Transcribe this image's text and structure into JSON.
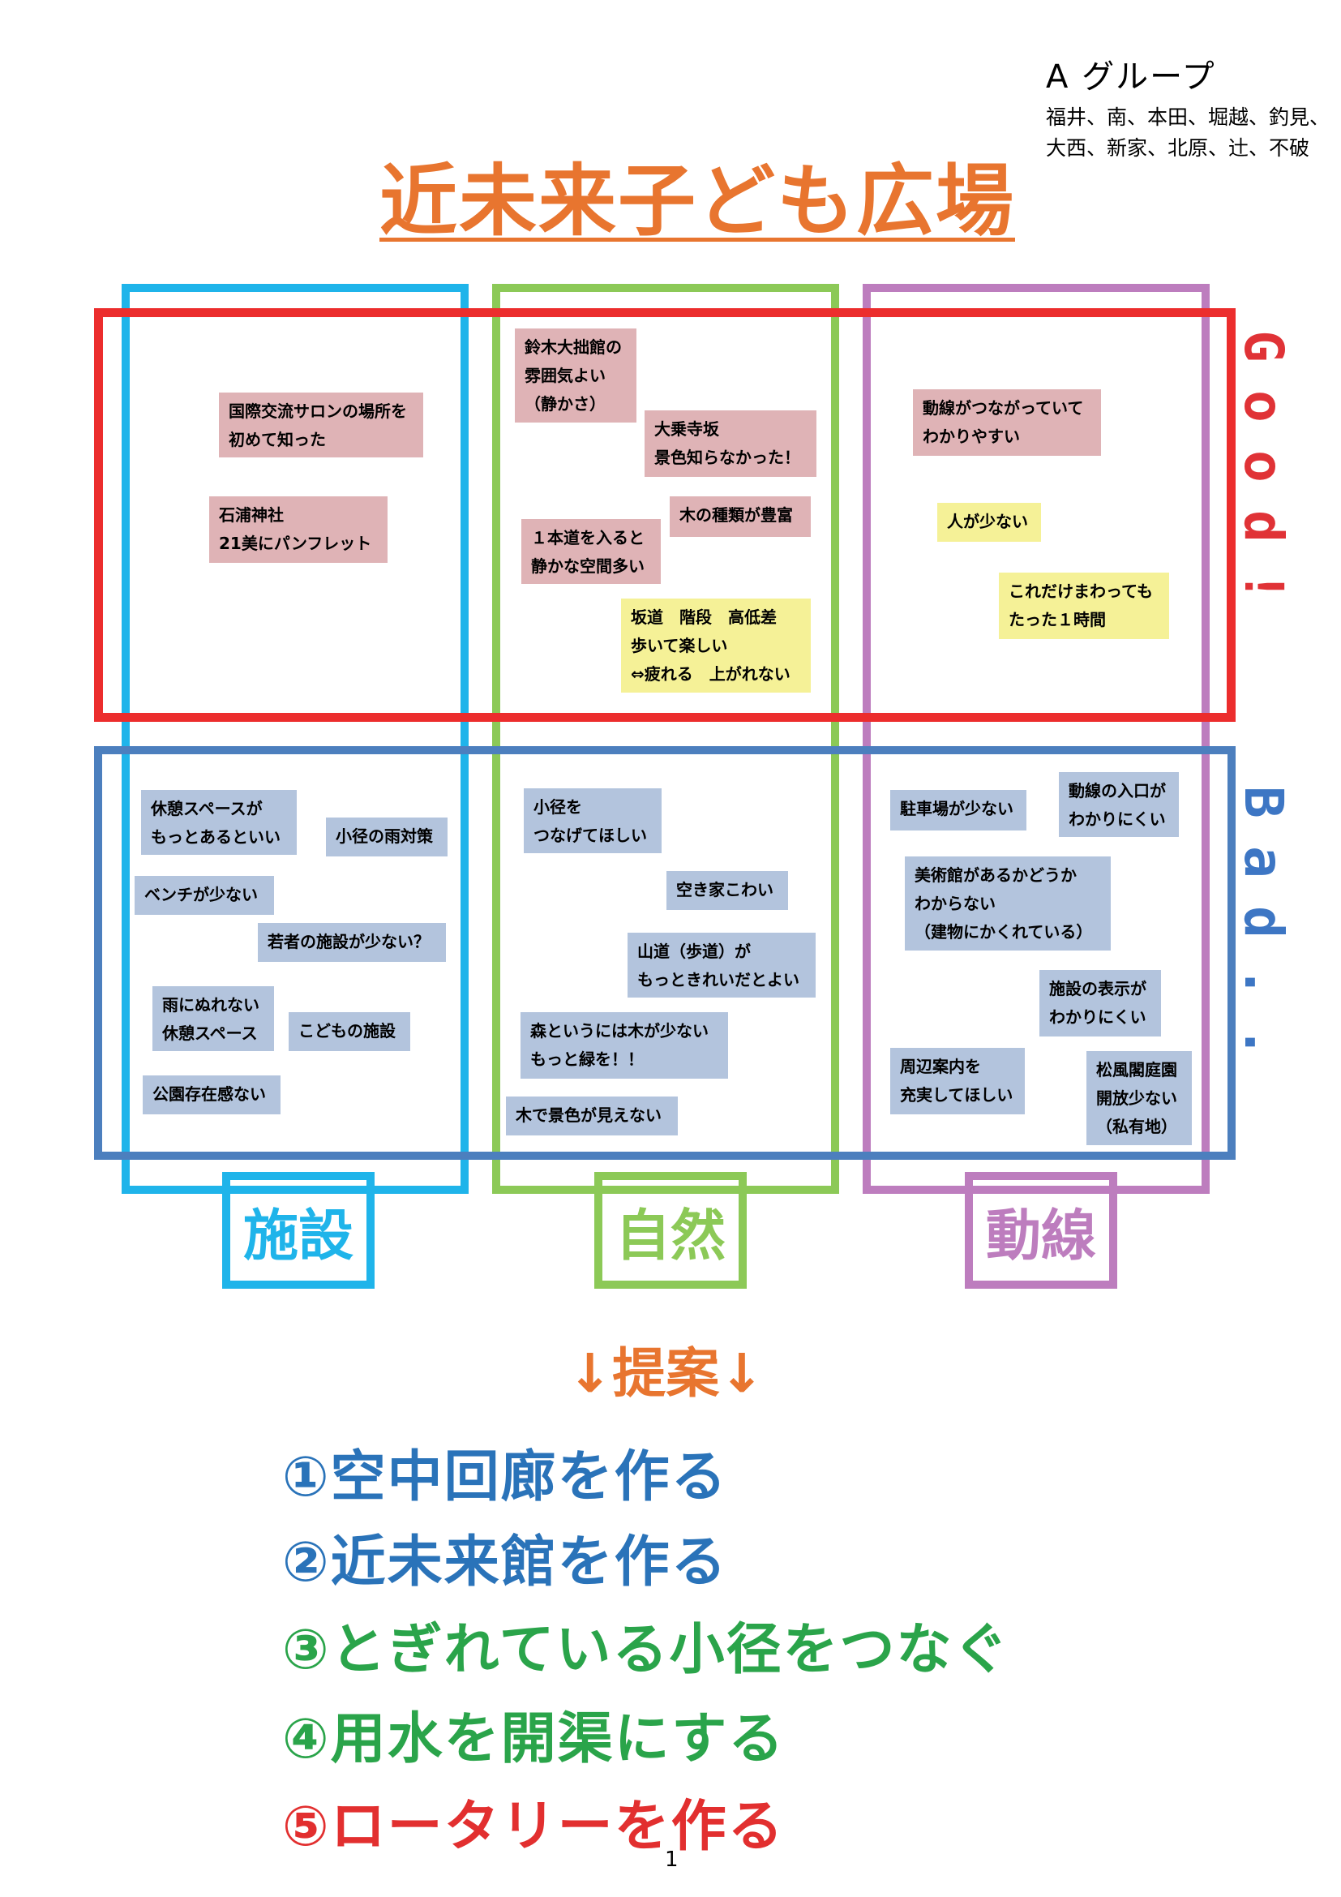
{
  "header": {
    "group_title": "A グループ",
    "members": "福井、南、本田、堀越、釣見、大西、新家、北原、辻、不破",
    "title": "近未来子ども広場"
  },
  "rows": {
    "good_label": "Good!",
    "bad_label": "Bad.."
  },
  "categories": [
    "施設",
    "自然",
    "動線"
  ],
  "notes": {
    "good_facility": [
      "国際交流サロンの場所を\n初めて知った",
      "石浦神社\n21美にパンフレット"
    ],
    "good_nature": [
      "鈴木大拙館の\n雰囲気よい\n（静かさ）",
      "大乗寺坂\n景色知らなかった！",
      "木の種類が豊富",
      "１本道を入ると\n静かな空間多い",
      "坂道　階段　高低差\n歩いて楽しい\n⇔疲れる　上がれない"
    ],
    "good_route": [
      "動線がつながっていて\nわかりやすい",
      "人が少ない",
      "これだけまわっても\nたった１時間"
    ],
    "bad_facility": [
      "休憩スペースが\nもっとあるといい",
      "小径の雨対策",
      "ベンチが少ない",
      "若者の施設が少ない？",
      "雨にぬれない\n休憩スペース",
      "こどもの施設",
      "公園存在感ない"
    ],
    "bad_nature": [
      "小径を\nつなげてほしい",
      "空き家こわい",
      "山道（歩道）が\nもっときれいだとよい",
      "森というには木が少ない\nもっと緑を！！",
      "木で景色が見えない"
    ],
    "bad_route": [
      "駐車場が少ない",
      "動線の入口が\nわかりにくい",
      "美術館があるかどうか\nわからない\n（建物にかくれている）",
      "施設の表示が\nわかりにくい",
      "周辺案内を\n充実してほしい",
      "松風閣庭園\n開放少ない\n（私有地）"
    ]
  },
  "proposals": {
    "heading": "↓提案↓",
    "items": [
      "①空中回廊を作る",
      "②近未来館を作る",
      "③とぎれている小径をつなぐ",
      "④用水を開渠にする",
      "⑤ロータリーを作る"
    ]
  },
  "footer": {
    "page_number": "1"
  },
  "colors": {
    "title": "#e8752f",
    "facility": "#1fb4ea",
    "nature": "#8cc957",
    "route": "#bd7dbe",
    "good": "#ec2d2d",
    "bad": "#4c7fbe",
    "note_pink": "#dfb3b6",
    "note_yellow": "#f5f197",
    "note_blue": "#b3c4dd"
  }
}
